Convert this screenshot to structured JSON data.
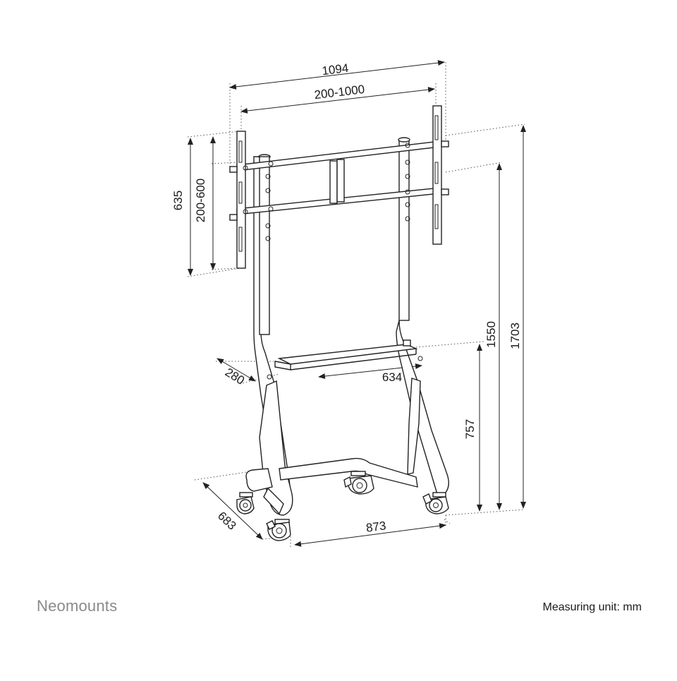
{
  "diagram": {
    "dimensions": {
      "overall_width": "1094",
      "vesa_width": "200-1000",
      "bracket_height": "635",
      "vesa_height": "200-600",
      "shelf_depth": "280",
      "shelf_width": "634",
      "top_height": "1703",
      "mount_height": "1550",
      "shelf_height": "757",
      "base_depth": "683",
      "base_width": "873"
    }
  },
  "footer": {
    "brand": "Neomounts",
    "unit_note": "Measuring unit: mm"
  }
}
